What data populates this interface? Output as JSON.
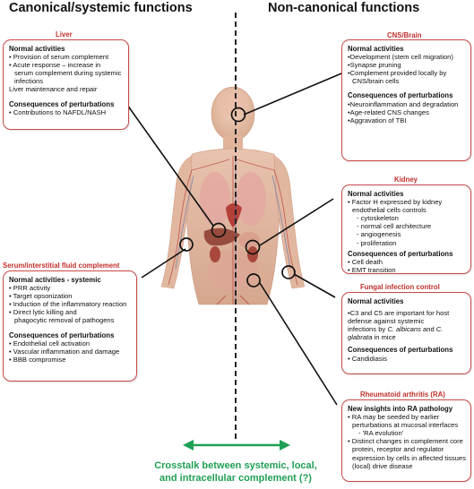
{
  "headings": {
    "left": "Canonical/systemic functions",
    "right": "Non-canonical functions"
  },
  "panels": {
    "liver": {
      "title": "Liver",
      "sec1": "Normal activities",
      "items1": [
        "• Provision of serum complement",
        "• Acute response – increase in",
        "serum complement during systemic",
        "infections",
        "Liver maintenance and repair"
      ],
      "sec2": "Consequences of perturbations",
      "items2": [
        "• Contributions to NAFDL/NASH"
      ]
    },
    "serum": {
      "title": "Serum/interstitial fluid complement",
      "sec1": "Normal activities - systemic",
      "items1": [
        "• PRR activity",
        "• Target opsonization",
        "• Induction of the inflammatory reaction",
        "• Direct lytic killing and",
        "phagocytic removal of pathogens"
      ],
      "sec2": "Consequences of perturbations",
      "items2": [
        "• Endothelial cell activation",
        "• Vascular inflammation and damage",
        "• BBB compromise"
      ]
    },
    "cns": {
      "title": "CNS/Brain",
      "sec1": "Normal activities",
      "items1": [
        "•Development (stem cell migration)",
        "•Synapse pruning",
        "•Complement provided locally by",
        "CNS/brain cells"
      ],
      "sec2": "Consequences of perturbations",
      "items2": [
        "•Neuroinflammation and degradation",
        "•Age-related CNS changes",
        "•Aggravation of TBI"
      ]
    },
    "kidney": {
      "title": "Kidney",
      "sec1": "Normal activities",
      "items1": [
        "• Factor H expressed by kidney",
        "endothelial cells controls"
      ],
      "subs": [
        "- cytoskeleton",
        "- normal cell architecture",
        "- angiogenesis",
        "- proliferation"
      ],
      "sec2": "Consequences of perturbations",
      "items2": [
        "• Cell death",
        "• EMT transition"
      ]
    },
    "fungal": {
      "title": "Fungal infection control",
      "sec1": "Normal activities",
      "line1": "•C3 and C5 are important for host",
      "line2": "defense against systemic",
      "line3a": "infections by ",
      "line3b": "C. albicans",
      "line3c": " and ",
      "line3d": "C.",
      "line4a": "glabrata",
      "line4b": " in mice",
      "sec2": "Consequences of perturbations",
      "items2": [
        "• Candidiasis"
      ]
    },
    "ra": {
      "title": "Rheumatoid arthritis (RA)",
      "sec1": "New insights into RA pathology",
      "items1": [
        "• RA may be seeded by earlier",
        "perturbations at mucosal interfaces",
        "- 'RA evolution'",
        "• Distinct changes in complement core",
        "protein, receptor and regulator",
        "expression by cells in affected tissues",
        "(local) drive disease"
      ]
    }
  },
  "crosstalk": {
    "line1": "Crosstalk between systemic, local,",
    "line2": "and intracellular complement (?)"
  },
  "colors": {
    "panel_border": "#c84a46",
    "panel_title": "#c0302c",
    "arrow": "#1fa055"
  }
}
